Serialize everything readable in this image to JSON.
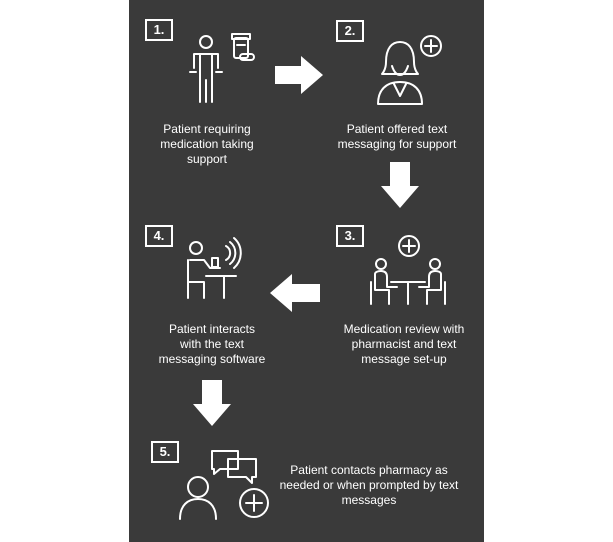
{
  "colors": {
    "panel": "#3a3a3a",
    "foreground": "#ffffff"
  },
  "steps": [
    {
      "number": "1.",
      "text": "Patient requiring medication taking support",
      "icon": "person-with-medication-icon"
    },
    {
      "number": "2.",
      "text": "Patient offered text messaging for support",
      "icon": "pharmacist-icon"
    },
    {
      "number": "3.",
      "text": "Medication review with pharmacist and text message set-up",
      "icon": "consultation-icon"
    },
    {
      "number": "4.",
      "text": "Patient interacts with the text messaging software",
      "icon": "patient-phone-icon"
    },
    {
      "number": "5.",
      "text": "Patient contacts pharmacy as needed or when prompted by text messages",
      "icon": "patient-contact-pharmacy-icon"
    }
  ]
}
